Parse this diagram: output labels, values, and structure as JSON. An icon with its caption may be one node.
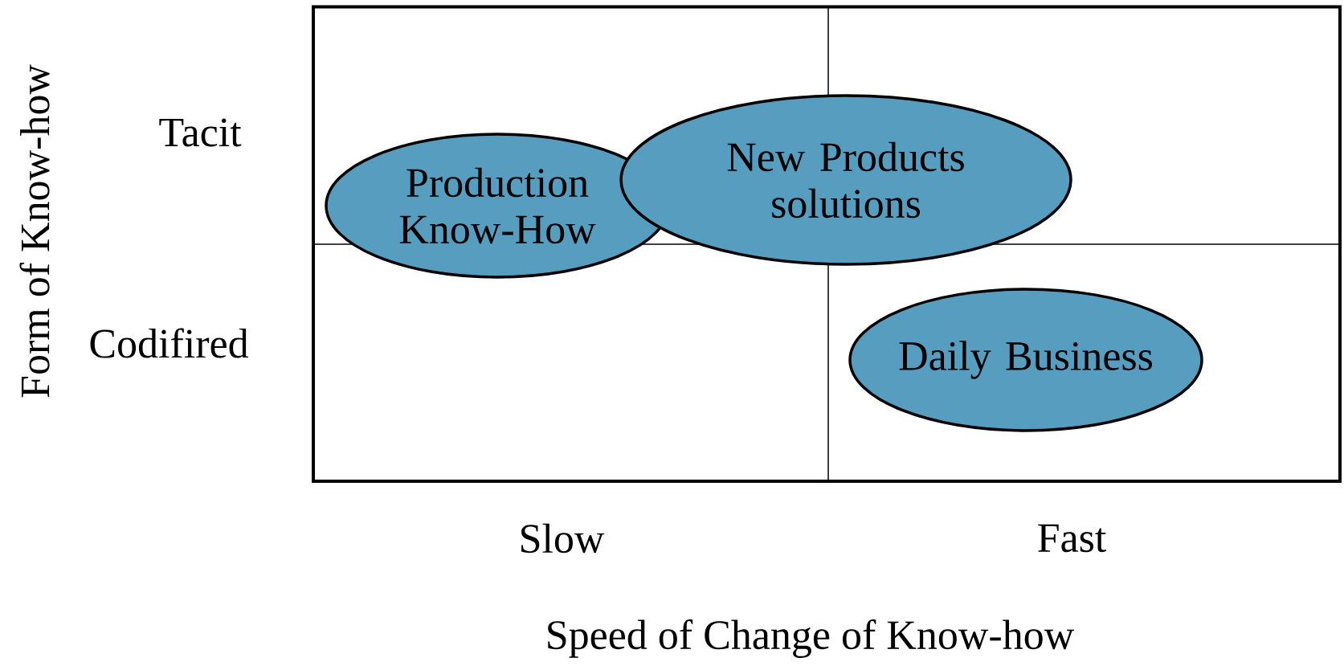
{
  "diagram": {
    "nodes": [
      {
        "text": [
          "Production Know-How"
        ]
      },
      {
        "text": [
          "New Products solutions"
        ]
      },
      {
        "text": [
          "Daily Business"
        ]
      }
    ],
    "labels": [
      "Tacit",
      "Codifired",
      "Slow",
      "Fast",
      "Speed of Change of Know-how",
      "Form of Know-how"
    ]
  }
}
